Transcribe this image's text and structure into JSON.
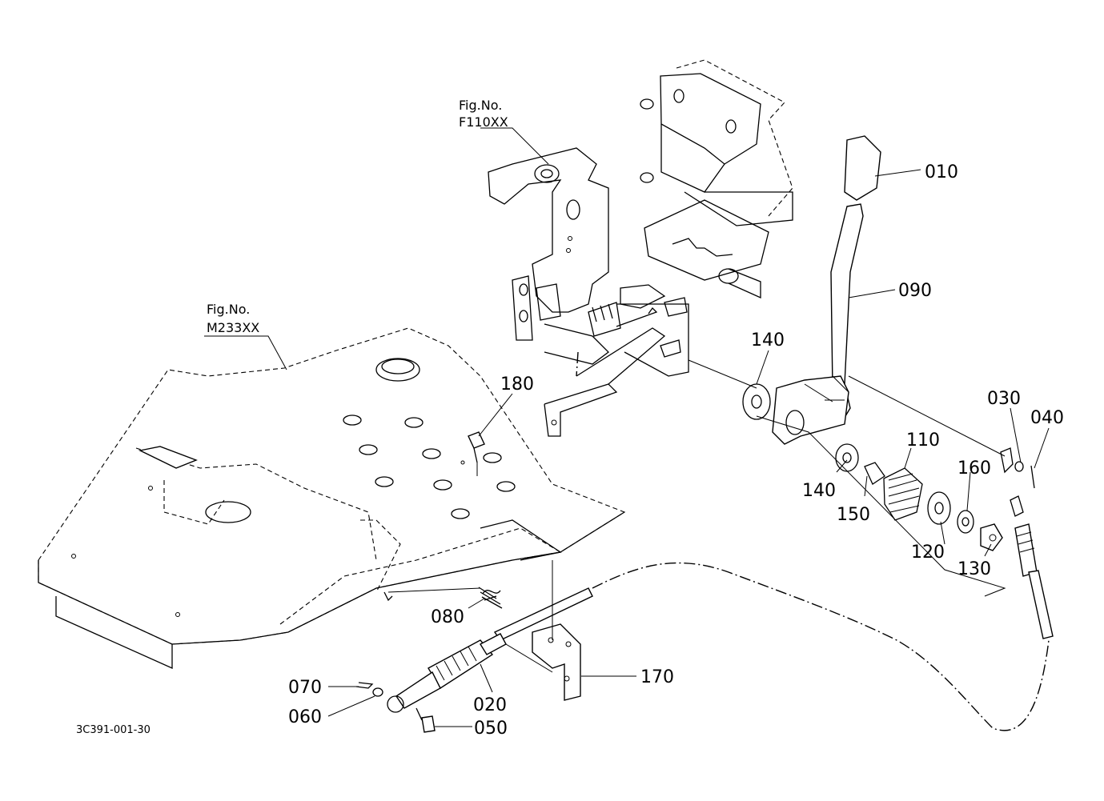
{
  "figure_refs": [
    {
      "line1": "Fig.No.",
      "line2": "F110XX"
    },
    {
      "line1": "Fig.No.",
      "line2": "M233XX"
    }
  ],
  "callouts": [
    "010",
    "090",
    "140",
    "140",
    "150",
    "110",
    "120",
    "160",
    "130",
    "030",
    "040",
    "180",
    "080",
    "170",
    "020",
    "070",
    "060",
    "050"
  ],
  "drawing_code": "3C391-001-30"
}
